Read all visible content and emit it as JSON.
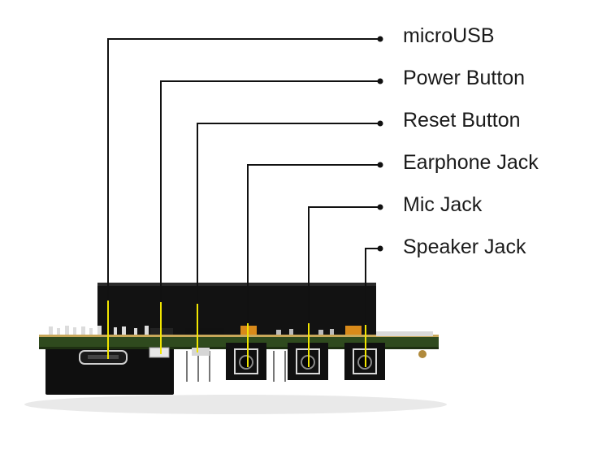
{
  "callouts": [
    {
      "id": "microusb",
      "label": "microUSB"
    },
    {
      "id": "power-button",
      "label": "Power Button"
    },
    {
      "id": "reset-button",
      "label": "Reset Button"
    },
    {
      "id": "earphone-jack",
      "label": "Earphone Jack"
    },
    {
      "id": "mic-jack",
      "label": "Mic Jack"
    },
    {
      "id": "speaker-jack",
      "label": "Speaker Jack"
    }
  ],
  "colors": {
    "leader_line": "#111111",
    "target_marker": "#f2e600",
    "pcb": "#2f4a1e",
    "pcb_edge": "#c8a85a",
    "chassis": "#111111"
  }
}
